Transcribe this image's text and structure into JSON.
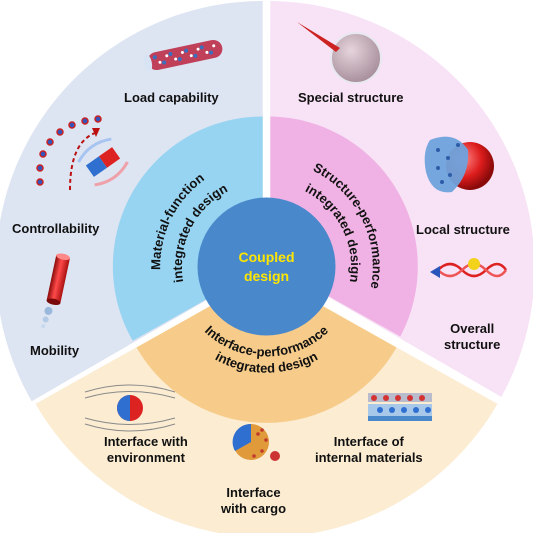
{
  "center": {
    "line1": "Coupled",
    "line2": "design"
  },
  "ring": {
    "left": {
      "line1": "Material-function",
      "line2": "integrated design"
    },
    "right": {
      "line1": "Structure-performance",
      "line2": "integrated design"
    },
    "bottom": {
      "line1": "Interface-performance",
      "line2": "integrated design"
    }
  },
  "outer_labels": {
    "load_capability": "Load capability",
    "controllability": "Controllability",
    "mobility": "Mobility",
    "special_structure": "Special structure",
    "local_structure": "Local structure",
    "overall_structure_line1": "Overall",
    "overall_structure_line2": "structure",
    "interface_env_line1": "Interface with",
    "interface_env_line2": "environment",
    "interface_cargo_line1": "Interface",
    "interface_cargo_line2": "with cargo",
    "interface_internal_line1": "Interface of",
    "interface_internal_line2": "internal materials"
  },
  "colors": {
    "left_outer": "#dde4f2",
    "left_inner": "#97d4f2",
    "right_outer": "#f8e2f6",
    "right_inner": "#f0b2e4",
    "bottom_outer": "#fbecd2",
    "bottom_inner": "#f7cc8a",
    "center": "#4a88cc",
    "center_text": "#ffe600"
  }
}
